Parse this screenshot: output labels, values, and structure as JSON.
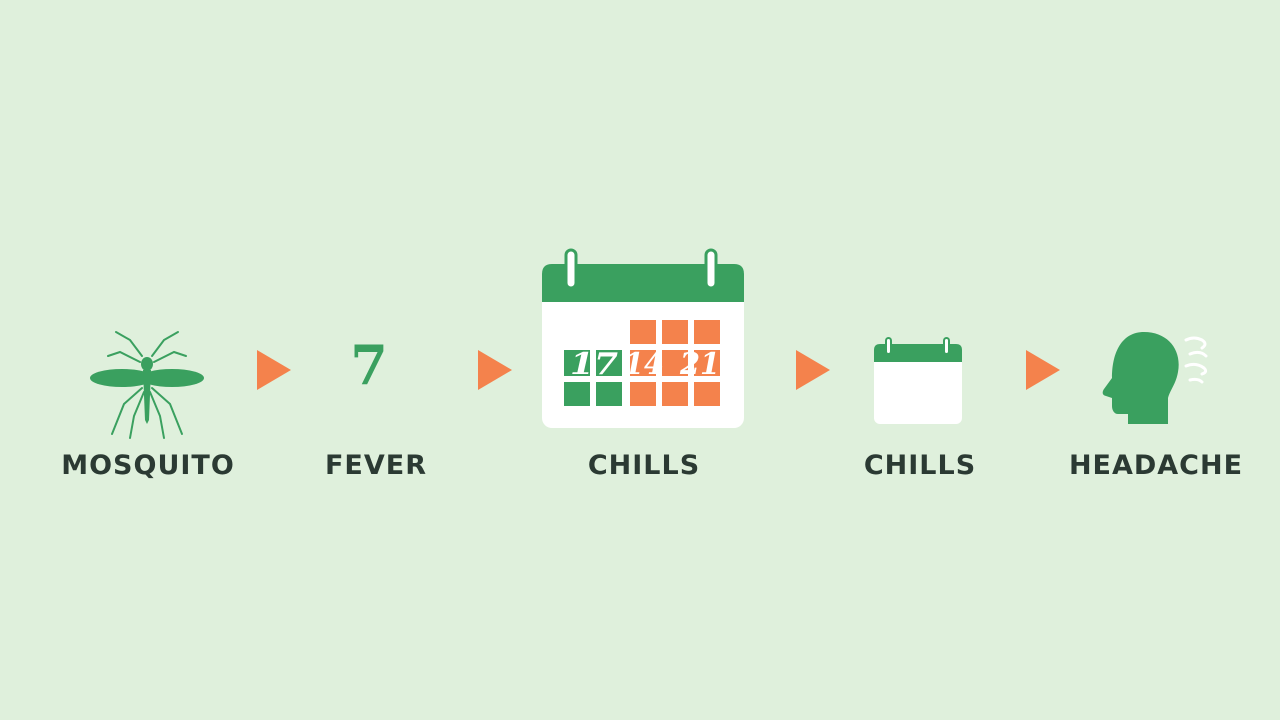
{
  "colors": {
    "background": "#dff0dc",
    "green": "#3aa05f",
    "orange": "#f4824c",
    "text": "#2b3a33"
  },
  "steps": [
    {
      "label": "MOSQUITO",
      "icon": "mosquito-icon"
    },
    {
      "label": "FEVER",
      "icon": "number-seven",
      "value": "7"
    },
    {
      "label": "CHILLS",
      "icon": "calendar-icon",
      "numbers": [
        "17",
        "14",
        "21"
      ]
    },
    {
      "label": "CHILLS",
      "icon": "small-calendar-icon"
    },
    {
      "label": "HEADACHE",
      "icon": "head-profile-icon"
    }
  ],
  "arrow_icon": "play-arrow-icon"
}
